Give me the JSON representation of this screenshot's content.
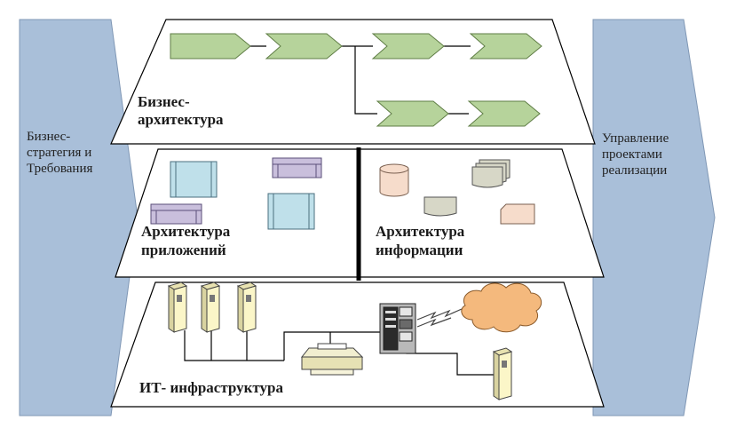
{
  "left_arrow": {
    "lines": [
      "Бизнес-",
      "стратегия и",
      "Требования"
    ]
  },
  "right_arrow": {
    "lines": [
      "Управление",
      "проектами",
      "реализации"
    ]
  },
  "layers": {
    "business": {
      "lines": [
        "Бизнес-",
        "архитектура"
      ]
    },
    "applications": {
      "lines": [
        "Архитектура",
        "приложений"
      ]
    },
    "information": {
      "lines": [
        "Архитектура",
        "информации"
      ]
    },
    "infrastructure": {
      "lines": [
        "ИТ- инфраструктура"
      ]
    }
  },
  "colors": {
    "side_arrow": "#a9bfd9",
    "process_step": "#b6d39b",
    "window_light": "#bfe0ea",
    "window_purple": "#c9bfdc",
    "cylinder": "#f6dccb",
    "document": "#d7d7c7",
    "cloud": "#f4b97d",
    "server": "#fbf6c8"
  }
}
